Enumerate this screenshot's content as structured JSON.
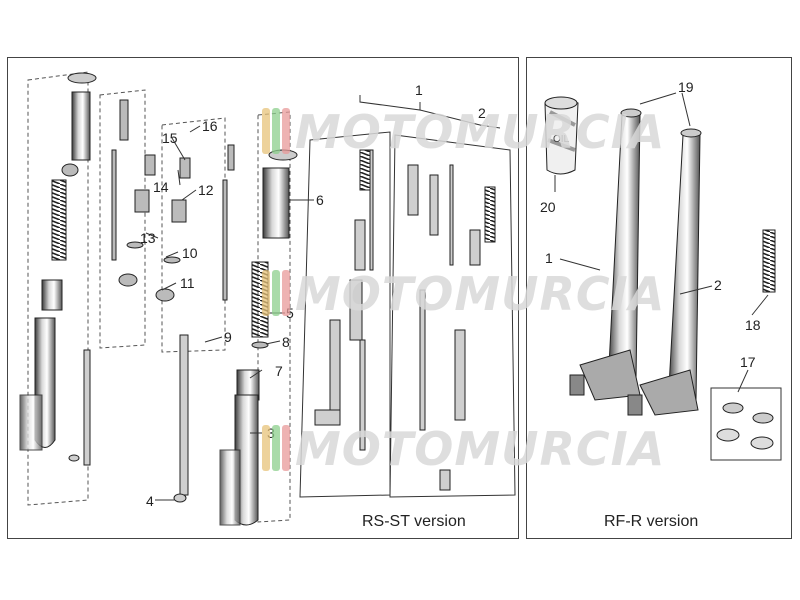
{
  "captions": {
    "left": "RS-ST version",
    "right": "RF-R version"
  },
  "watermark": {
    "text": "MOTOMURCIA",
    "colors": [
      "#e7c37a",
      "#8ccf8c",
      "#e89a9a"
    ]
  },
  "callouts": {
    "left": [
      "1",
      "2",
      "3",
      "4",
      "5",
      "6",
      "7",
      "8",
      "9",
      "10",
      "11",
      "12",
      "13",
      "14",
      "15",
      "16"
    ],
    "right": [
      "1",
      "2",
      "17",
      "18",
      "19",
      "20"
    ]
  },
  "part_labels": {
    "oil_can": "OIL"
  }
}
